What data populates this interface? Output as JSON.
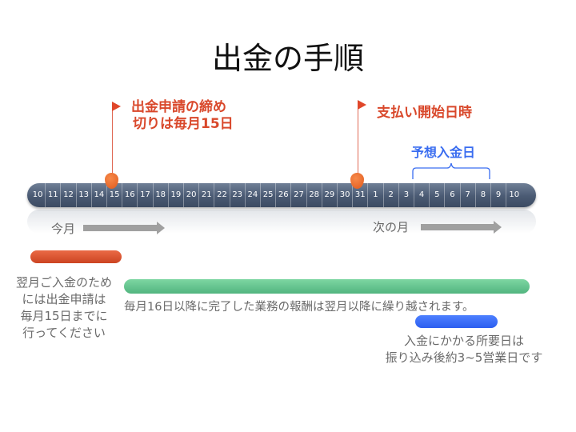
{
  "title": "出金の手順",
  "deadline_label": [
    "出金申請の締め",
    "切りは毎月15日"
  ],
  "payment_start_label": "支払い開始日時",
  "expected_deposit_label": "予想入金日",
  "timeline_days": [
    "10",
    "11",
    "12",
    "13",
    "14",
    "15",
    "16",
    "17",
    "18",
    "19",
    "20",
    "21",
    "22",
    "23",
    "24",
    "25",
    "26",
    "27",
    "28",
    "29",
    "30",
    "31",
    "1",
    "2",
    "3",
    "4",
    "5",
    "6",
    "7",
    "8",
    "9",
    "10"
  ],
  "this_month_label": "今月",
  "next_month_label": "次の月",
  "notes": {
    "deadline_note": [
      "翌月ご入金のため",
      "には出金申請は",
      "毎月15日までに",
      "行ってください"
    ],
    "carryover_note": "毎月16日以降に完了した業務の報酬は翌月以降に繰り越されます。",
    "deposit_note": [
      "入金にかかる所要日は",
      "振り込み後約3~5営業日です"
    ]
  },
  "colors": {
    "red": "#d9482b",
    "green": "#5dbf88",
    "blue": "#3366f0",
    "timeline": "#4a5a73"
  }
}
